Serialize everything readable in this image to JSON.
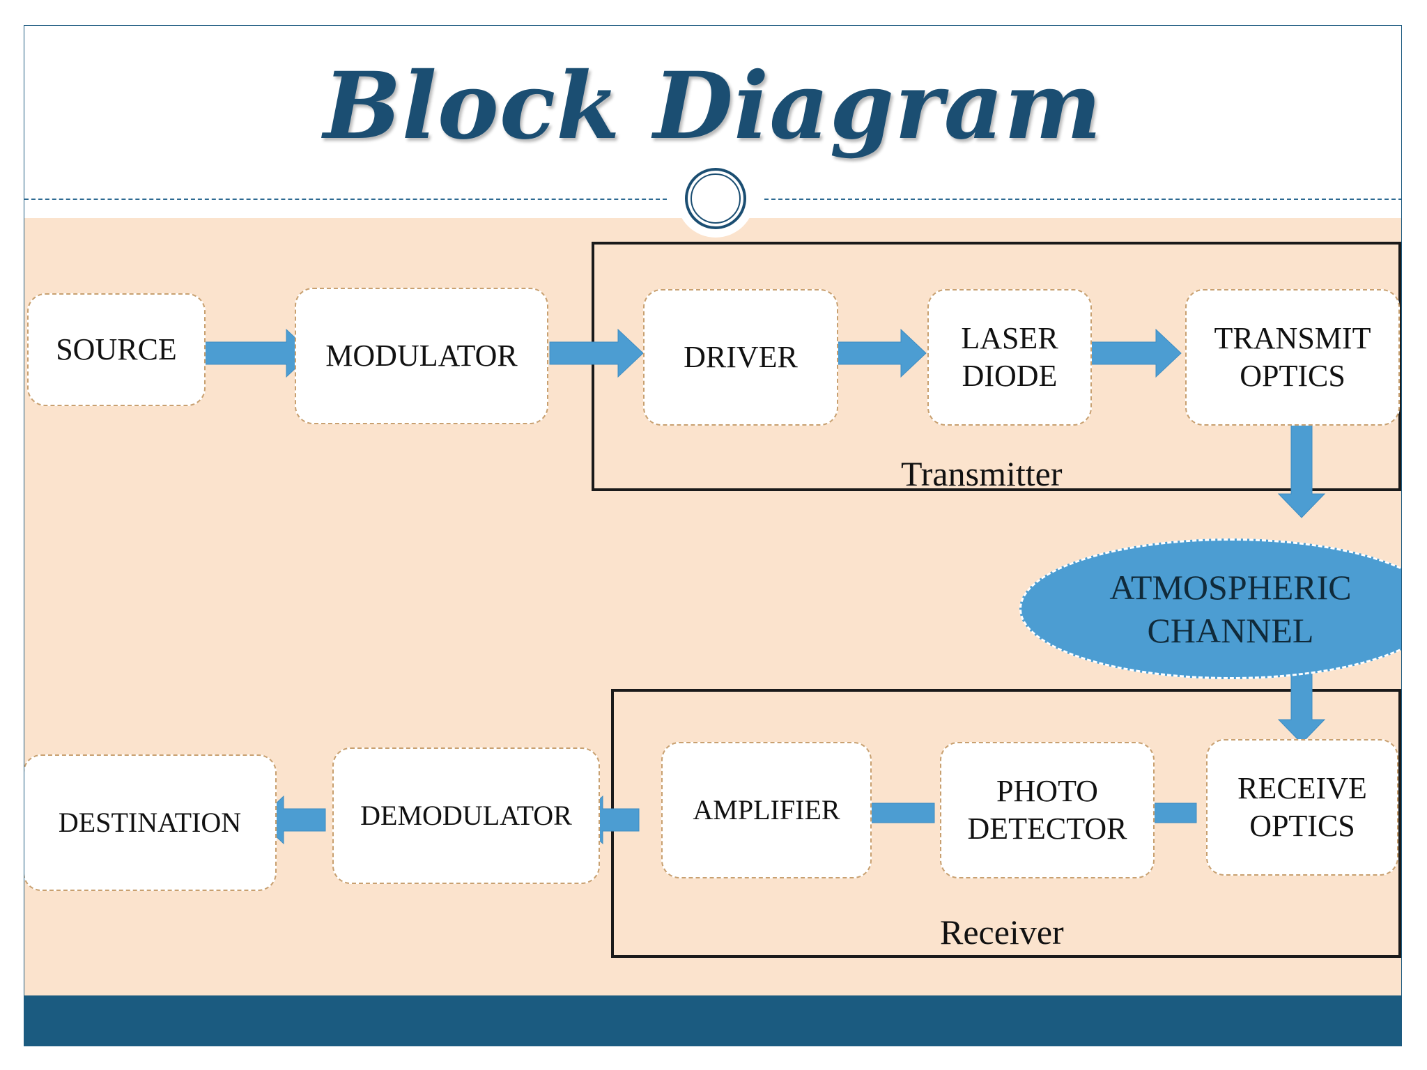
{
  "title": "Block Diagram",
  "groups": {
    "transmitter": "Transmitter",
    "receiver": "Receiver"
  },
  "blocks": {
    "source": "SOURCE",
    "modulator": "MODULATOR",
    "driver": "DRIVER",
    "laser_diode": "LASER\nDIODE",
    "transmit_optics": "TRANSMIT\nOPTICS",
    "atmospheric_channel": "ATMOSPHERIC\nCHANNEL",
    "receive_optics": "RECEIVE\nOPTICS",
    "photo_detector": "PHOTO\nDETECTOR",
    "amplifier": "AMPLIFIER",
    "demodulator": "DEMODULATOR",
    "destination": "DESTINATION"
  },
  "colors": {
    "title": "#1b4e72",
    "background": "#fbe3cd",
    "arrow": "#4c9dd2",
    "footer": "#1b5b80",
    "block_border": "#c8a070"
  }
}
